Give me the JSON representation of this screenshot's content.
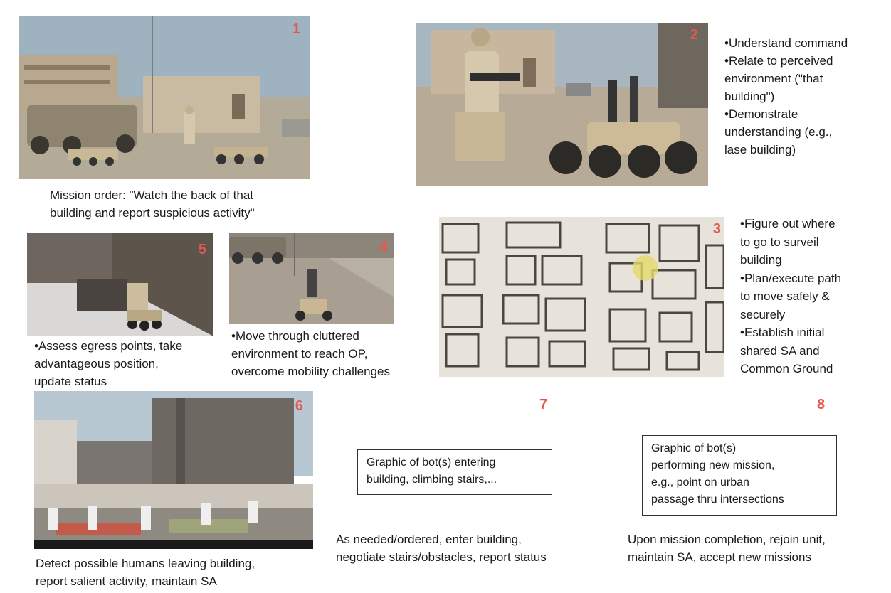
{
  "panels": {
    "p1": {
      "number": "1"
    },
    "p2": {
      "number": "2"
    },
    "p3": {
      "number": "3"
    },
    "p4": {
      "number": "4"
    },
    "p5": {
      "number": "5"
    },
    "p6": {
      "number": "6"
    }
  },
  "captions": {
    "mission_order": [
      "Mission order: \"Watch the back of that",
      "building and report suspicious activity\""
    ],
    "p2_bullets": [
      "•Understand command",
      "•Relate to perceived",
      "environment (\"that",
      "building\")",
      "•Demonstrate",
      "understanding (e.g.,",
      "lase building)"
    ],
    "p3_bullets": [
      "•Figure out where",
      "to go to surveil",
      "building",
      "•Plan/execute path",
      "to move safely &",
      "securely",
      "•Establish initial",
      "shared SA and",
      "Common Ground"
    ],
    "p5_caption": [
      "•Assess egress points, take",
      "advantageous position,",
      "update status"
    ],
    "p4_caption": [
      "•Move through cluttered",
      "environment to reach OP,",
      "overcome mobility challenges"
    ],
    "p6_caption": [
      "Detect possible humans leaving building,",
      "report salient activity, maintain SA"
    ],
    "p7_caption": [
      "As needed/ordered, enter building,",
      "negotiate stairs/obstacles, report status"
    ],
    "p8_caption": [
      "Upon mission completion, rejoin unit,",
      "maintain SA, accept new missions"
    ]
  },
  "placeholders": {
    "p7": {
      "number": "7",
      "lines": [
        "Graphic of bot(s) entering",
        "building, climbing stairs,..."
      ]
    },
    "p8": {
      "number": "8",
      "lines": [
        "Graphic of bot(s)",
        "performing new mission,",
        "e.g., point on urban",
        "passage thru intersections"
      ]
    }
  },
  "colors": {
    "panel_number": "#e05a4e",
    "sky": "#b9c6d0",
    "ground": "#b8ad9a",
    "building": "#c8b8a0"
  }
}
